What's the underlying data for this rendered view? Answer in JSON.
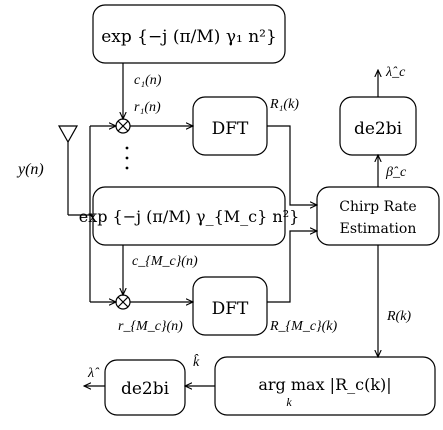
{
  "blocks": {
    "exp_top": "exp {−j (π/M) γ₁ n²}",
    "exp_bottom": "exp {−j (π/M) γ_{M_c} n²}",
    "dft_top": "DFT",
    "dft_bottom": "DFT",
    "de2bi_top": "de2bi",
    "chirp_line1": "Chirp Rate",
    "chirp_line2": "Estimation",
    "argmax": "arg max |R_c(k)|",
    "argmax_sub": "k",
    "de2bi_bottom": "de2bi"
  },
  "signals": {
    "c1": "c₁(n)",
    "r1": "r₁(n)",
    "R1": "R₁(k)",
    "yn": "y(n)",
    "cM": "c_{M_c}(n)",
    "rM": "r_{M_c}(n)",
    "RM": "R_{M_c}(k)",
    "lambda_c_hat": "λ̂_c",
    "beta_c_hat": "β̂_c",
    "Rk": "R(k)",
    "k_hat": "k̂",
    "lambda_hat": "λ̂"
  }
}
